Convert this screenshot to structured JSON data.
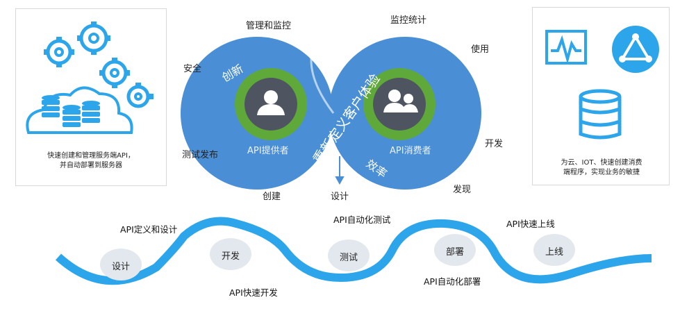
{
  "left_panel": {
    "caption_line1": "快速创建和管理服务端API，",
    "caption_line2": "并自动部署到服务器"
  },
  "right_panel": {
    "caption_line1": "为云、IOT、快速创建消费",
    "caption_line2": "端程序，实现业务的敏捷"
  },
  "infinity": {
    "center_title": "重新定义客户体验",
    "left_circle_word": "创新",
    "right_circle_word": "效率",
    "provider_label": "API提供者",
    "consumer_label": "API消费者",
    "left_labels": {
      "top": "管理和监控",
      "security": "安全",
      "test_release": "测试发布",
      "create": "创建"
    },
    "right_labels": {
      "monitor": "监控统计",
      "use": "使用",
      "develop": "开发",
      "discover": "发现"
    },
    "design_label": "设计"
  },
  "pipeline": {
    "nodes": [
      "设计",
      "开发",
      "测试",
      "部署",
      "上线"
    ],
    "captions": {
      "api_define": "API定义和设计",
      "api_fast_dev": "API快速开发",
      "api_auto_test": "API自动化测试",
      "api_auto_deploy": "API自动化部署",
      "api_fast_online": "API快速上线"
    }
  },
  "colors": {
    "blue": "#4a8fd6",
    "light_blue": "#2da5ea",
    "green": "#5fa93a",
    "gray_fill": "#e3e8ef"
  },
  "icons": [
    "gear-icon",
    "database-icon",
    "cloud-icon",
    "user-icon",
    "users-icon",
    "monitor-wave-icon",
    "triangle-network-icon",
    "arrow-down-icon"
  ]
}
